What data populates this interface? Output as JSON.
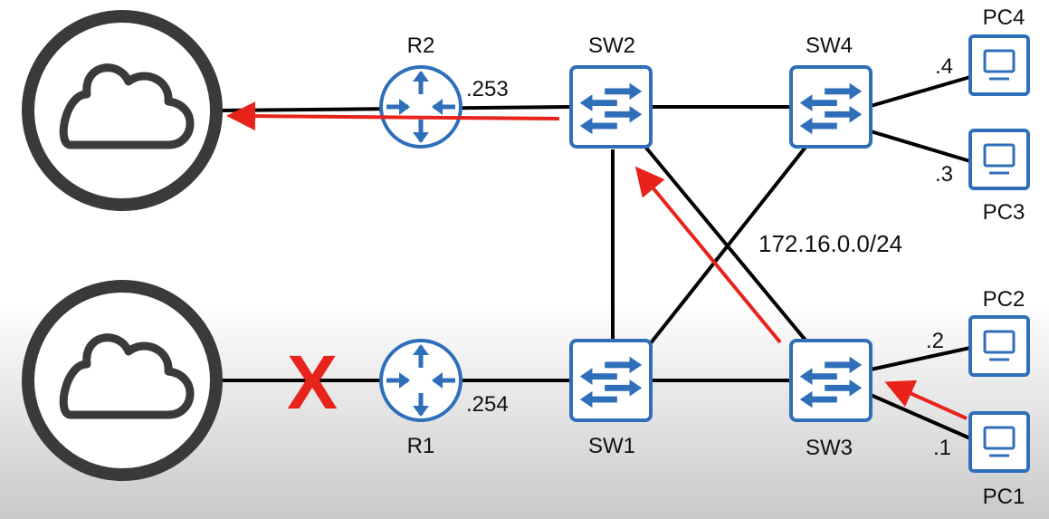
{
  "colors": {
    "device_blue": "#2f6fba",
    "link": "#000000",
    "path_arrow": "#e8231b",
    "cloud_ring": "#3a3a3a"
  },
  "devices": {
    "r1": {
      "label": "R1",
      "icon": "router-icon"
    },
    "r2": {
      "label": "R2",
      "icon": "router-icon"
    },
    "sw1": {
      "label": "SW1",
      "icon": "switch-icon"
    },
    "sw2": {
      "label": "SW2",
      "icon": "switch-icon"
    },
    "sw3": {
      "label": "SW3",
      "icon": "switch-icon"
    },
    "sw4": {
      "label": "SW4",
      "icon": "switch-icon"
    },
    "pc1": {
      "label": "PC1",
      "icon": "pc-icon"
    },
    "pc2": {
      "label": "PC2",
      "icon": "pc-icon"
    },
    "pc3": {
      "label": "PC3",
      "icon": "pc-icon"
    },
    "pc4": {
      "label": "PC4",
      "icon": "pc-icon"
    }
  },
  "addresses": {
    "r1": ".254",
    "r2": ".253",
    "pc1": ".1",
    "pc2": ".2",
    "pc3": ".3",
    "pc4": ".4"
  },
  "subnet": "172.16.0.0/24",
  "failure_mark": "X"
}
